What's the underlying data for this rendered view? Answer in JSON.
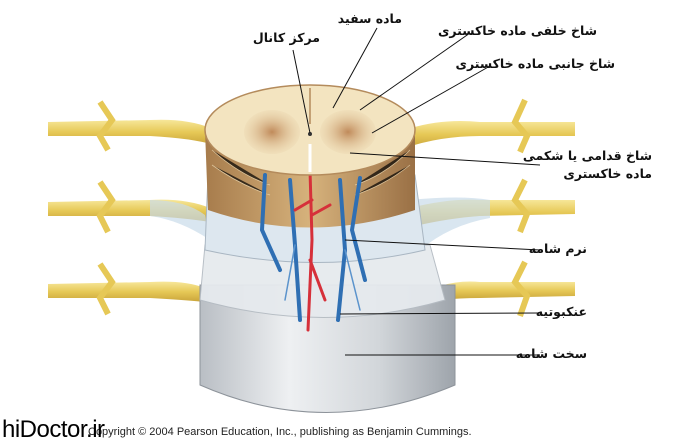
{
  "labels": {
    "white_matter": "ماده سفید",
    "central_canal": "مرکز کانال",
    "posterior_horn": "شاخ خلفی ماده خاکستری",
    "lateral_horn": "شاخ جانبی ماده خاکستری",
    "anterior_horn_line1": "شاخ قدامی یا شکمی",
    "anterior_horn_line2": "ماده خاکستری",
    "pia_mater": "نرم شامه",
    "arachnoid": "عنکبوتیه",
    "dura_mater": "سخت شامه"
  },
  "footer": {
    "copyright": "Copyright © 2004 Pearson Education, Inc., publishing as Benjamin Cummings.",
    "watermark": "hiDoctor.ir"
  },
  "colors": {
    "nerve": "#e9cf6a",
    "white_matter": "#f3e4c0",
    "gray_matter": "#c99a6a",
    "vein": "#2f6fb3",
    "artery": "#d6303a",
    "dura": "#d5d9dd"
  }
}
